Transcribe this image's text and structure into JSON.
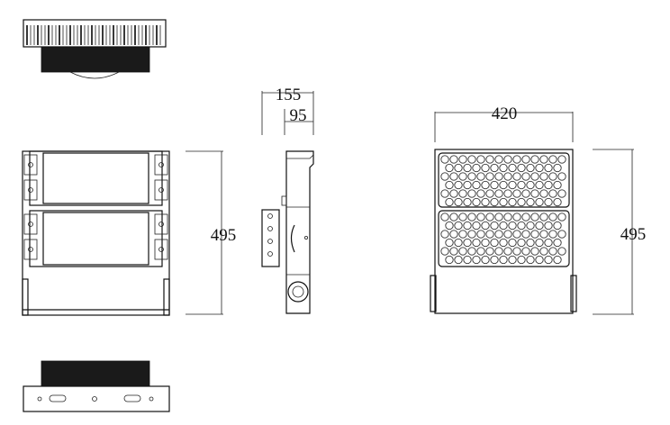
{
  "dimensions": {
    "side_depth_total": "155",
    "side_depth_body": "95",
    "front_height": "495",
    "led_width": "420",
    "led_height": "495"
  },
  "colors": {
    "line": "#111111",
    "fill_dark": "#1a1a1a",
    "background": "#ffffff"
  },
  "led_grid": {
    "columns": 14,
    "rows_per_module": 6
  }
}
